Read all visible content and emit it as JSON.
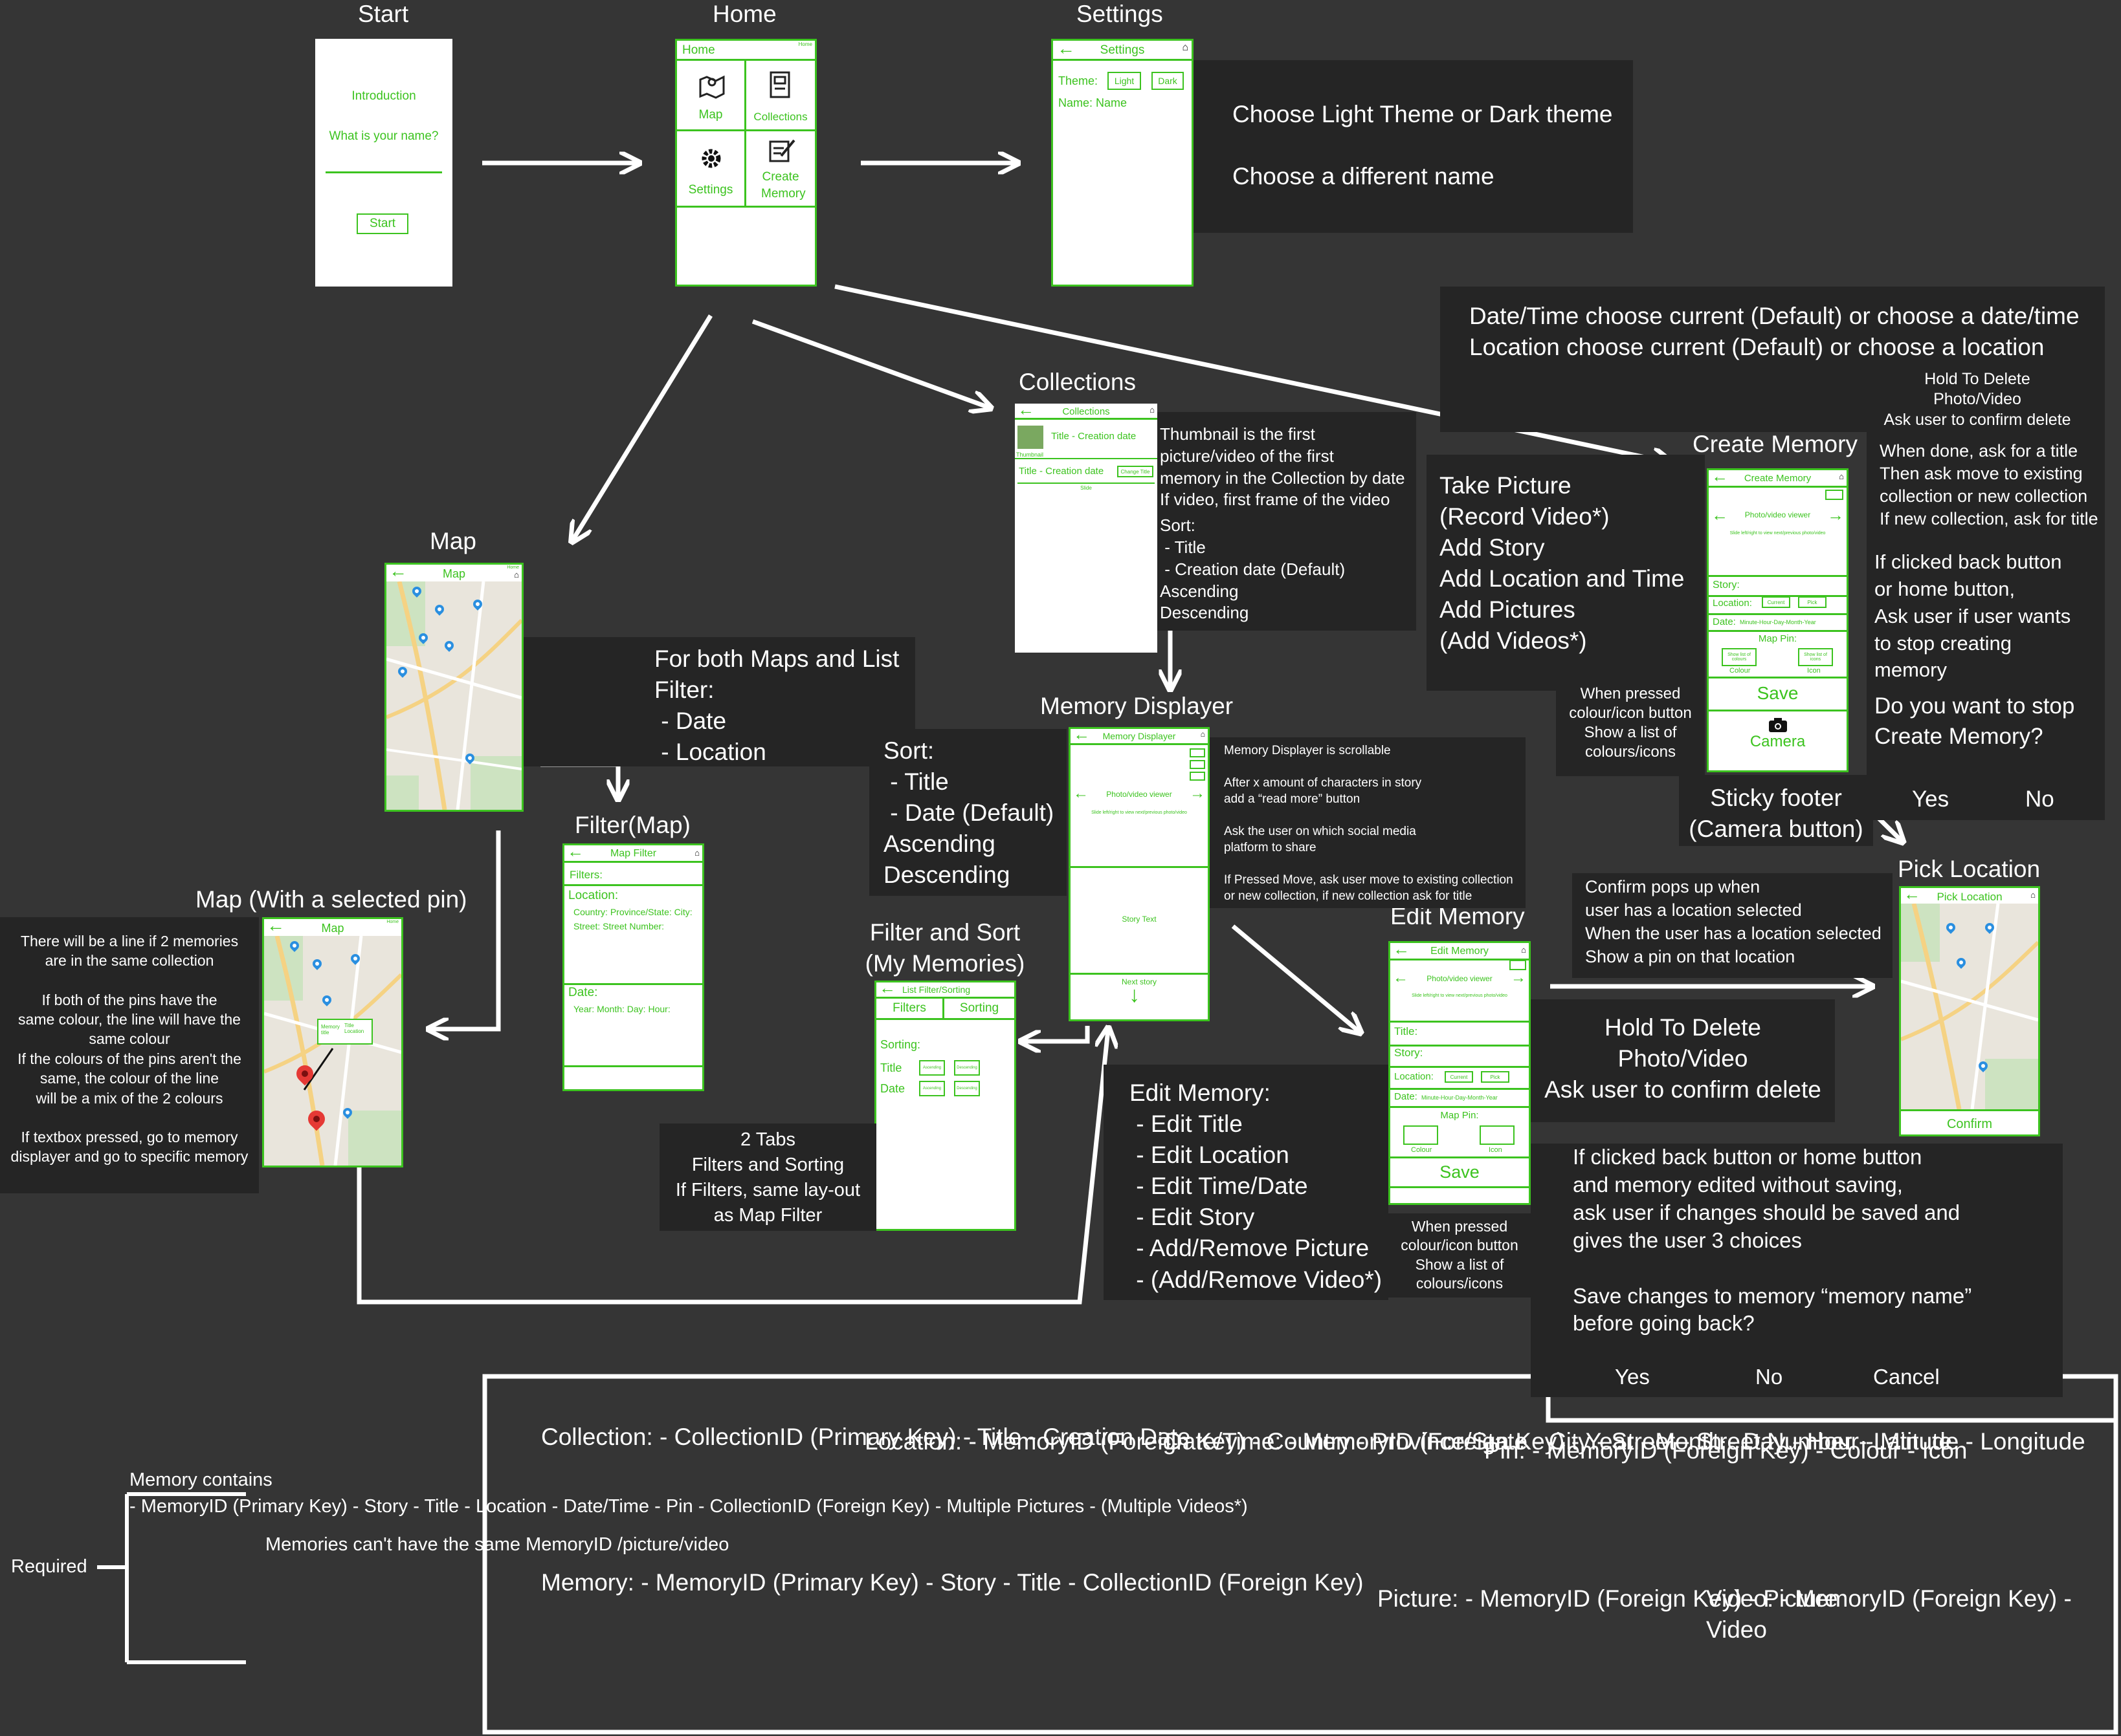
{
  "titles": {
    "start": "Start",
    "home": "Home",
    "settings": "Settings",
    "collections": "Collections",
    "create_memory": "Create Memory",
    "map": "Map",
    "filter_map": "Filter(Map)",
    "map_selected": "Map (With a selected pin)",
    "memory_displayer": "Memory Displayer",
    "filter_sort_line1": "Filter and Sort",
    "filter_sort_line2": "(My Memories)",
    "edit_memory": "Edit Memory",
    "pick_location": "Pick Location"
  },
  "start_screen": {
    "intro": "Introduction",
    "question": "What is your name?",
    "button": "Start"
  },
  "home_screen": {
    "header": "Home",
    "corner": "Home",
    "tiles": [
      "Map",
      "Collections",
      "Settings",
      "Create Memory"
    ]
  },
  "settings_screen": {
    "header": "Settings",
    "corner": "Home",
    "theme_label": "Theme:",
    "light": "Light",
    "dark": "Dark",
    "name_label": "Name: Name"
  },
  "settings_note": {
    "line1": "Choose Light Theme or Dark theme",
    "line2": "Choose a different name"
  },
  "create_top_note": {
    "line1": "Date/Time choose current (Default) or choose a date/time",
    "line2": "Location choose current (Default) or choose a location",
    "hold1": "Hold To Delete",
    "hold2": "Photo/Video",
    "hold3": "Ask user to confirm delete"
  },
  "collections_screen": {
    "header": "Collections",
    "row1": "Title - Creation date",
    "thumb": "Thumbnail",
    "row2": "Title - Creation date",
    "change": "Change Title",
    "hint": "Slide"
  },
  "collections_note": [
    "Thumbnail is the first",
    "picture/video of the first",
    "memory in the Collection by date",
    "If video, first frame of the video",
    "Sort:",
    " - Title",
    " - Creation date (Default)",
    "Ascending",
    "Descending"
  ],
  "create_left_note": [
    "Take Picture",
    "(Record Video*)",
    "Add Story",
    "Add Location and Time",
    "Add Pictures",
    "(Add Videos*)"
  ],
  "create_pressed_note": [
    "When pressed",
    "colour/icon button",
    "Show a list of",
    "colours/icons"
  ],
  "create_screen": {
    "header": "Create Memory",
    "viewer": "Photo/video viewer",
    "slide": "Slide left/right to view next/previous photo/video",
    "story": "Story:",
    "location": "Location:",
    "current": "Current",
    "pick": "Pick",
    "date": "Date:",
    "date_fmt": "Minute-Hour-Day-Month-Year",
    "map_pin": "Map Pin:",
    "colour": "Colour",
    "icon": "Icon",
    "show_colours": "Show list of colours",
    "show_icons": "Show list of icons",
    "save": "Save",
    "camera": "Camera"
  },
  "create_right_note": {
    "lines": [
      "When done, ask for a title",
      "Then ask move to existing",
      "collection or new collection",
      "If new collection, ask for title"
    ],
    "back_lines": [
      "If clicked back button",
      "or home button,",
      "Ask user if user wants",
      "to stop creating",
      "memory"
    ],
    "q1": "Do you want to stop",
    "q2": "Create Memory?",
    "yes": "Yes",
    "no": "No"
  },
  "sticky_note": {
    "line1": "Sticky footer",
    "line2": "(Camera button)"
  },
  "map_screen": {
    "header": "Map",
    "corner": "Home"
  },
  "filter_note": {
    "line1": "For both Maps and List",
    "line2": "Filter:",
    "line3": " - Date",
    "line4": " - Location"
  },
  "filter_map_screen": {
    "header": "Map Filter",
    "filters": "Filters:",
    "location": "Location:",
    "loc_fields": [
      "Country:",
      "Province/State:",
      "City:",
      "Street:",
      "Street Number:"
    ],
    "date": "Date:",
    "date_fields": [
      "Year:",
      "Month:",
      "Day:",
      "Hour:"
    ]
  },
  "map_selected_note": [
    "There will be a line if 2 memories",
    "are in the same collection",
    "",
    "If both of the pins have the",
    "same colour, the line will have the",
    "same colour",
    "If the colours of the pins aren't the",
    "same, the colour of the line",
    "will be a mix of the 2 colours",
    "",
    "If textbox pressed, go to memory",
    "displayer and go to specific memory"
  ],
  "map_selected_screen": {
    "header": "Map",
    "corner": "Home",
    "bubble1": "Memory title",
    "bubble2": "Title Location"
  },
  "sort_note": {
    "line1": "Sort:",
    "line2": " - Title",
    "line3": " - Date (Default)",
    "line4": "Ascending",
    "line5": "Descending"
  },
  "memory_displayer_screen": {
    "header": "Memory Displayer",
    "viewer": "Photo/video viewer",
    "slide": "Slide left/right to view next/previous photo/video",
    "story": "Story Text",
    "next": "Next story"
  },
  "memory_displayer_note": [
    "Memory Displayer is scrollable",
    "",
    "After x amount of characters in story",
    "add a “read more” button",
    "",
    "Ask the user on which social media",
    "platform to share",
    "",
    "If Pressed Move, ask user move to existing collection",
    "or new collection, if new collection ask for title"
  ],
  "filter_sort_screen": {
    "header": "List Filter/Sorting",
    "tab1": "Filters",
    "tab2": "Sorting",
    "sorting": "Sorting:",
    "title": "Title",
    "date": "Date",
    "asc": "Ascending",
    "desc": "Descending"
  },
  "tabs_note": [
    "2 Tabs",
    "Filters and Sorting",
    "If Filters, same lay-out",
    "as Map Filter"
  ],
  "edit_note": [
    "Edit Memory:",
    " - Edit Title",
    " - Edit Location",
    " - Edit Time/Date",
    " - Edit Story",
    " - Add/Remove Picture",
    " - (Add/Remove Video*)"
  ],
  "edit_screen": {
    "header": "Edit Memory",
    "viewer": "Photo/video viewer",
    "slide": "Slide left/right to view next/previous photo/video",
    "title": "Title:",
    "story": "Story:",
    "location": "Location:",
    "current": "Current",
    "pick": "Pick",
    "date": "Date:",
    "date_fmt": "Minute-Hour-Day-Month-Year",
    "map_pin": "Map Pin:",
    "colour": "Colour",
    "icon": "Icon",
    "save": "Save"
  },
  "edit_pressed_note": [
    "When pressed",
    "colour/icon button",
    "Show a list of",
    "colours/icons"
  ],
  "confirm_note": [
    "Confirm pops up when",
    "user has a location selected",
    "When the user has a location selected",
    "Show a pin on that location"
  ],
  "hold_note": [
    "Hold To Delete",
    "Photo/Video",
    "Ask user to confirm delete"
  ],
  "pick_location_screen": {
    "header": "Pick Location",
    "confirm": "Confirm"
  },
  "back_note": {
    "lines": [
      "If clicked back button or home button",
      "and memory edited without saving,",
      "ask user if changes should be saved and",
      "gives the user 3 choices",
      "",
      "Save changes to memory “memory name”",
      "before going back?"
    ],
    "yes": "Yes",
    "no": "No",
    "cancel": "Cancel"
  },
  "schema": {
    "collection": [
      "Collection:",
      " - CollectionID (Primary Key)",
      " - Title",
      " - Creation Date"
    ],
    "memory": [
      "Memory:",
      " - MemoryID (Primary Key)",
      " - Story",
      " - Title",
      " - CollectionID (Foreign Key)"
    ],
    "location": [
      "Location:",
      " - MemoryID (Foreign Key)",
      " - Country",
      " - Province/State",
      " - City",
      " - Street",
      " - Street Number",
      " - Latitude",
      " - Longitude"
    ],
    "datetime": [
      "Date/Time:",
      " -  MemoryID (Foreign Key)",
      " - Year",
      " - Month",
      " - Day",
      " - Hour",
      " - Minute"
    ],
    "pin": [
      "Pin:",
      " - MemoryID (Foreign Key)",
      " - Colour",
      " - Icon"
    ],
    "picture": [
      "Picture:",
      " - MemoryID (Foreign Key)",
      " - Picture"
    ],
    "video": [
      "Video:",
      " - MemoryID (Foreign Key)",
      " - Video"
    ]
  },
  "memory_contains": {
    "title": "Memory contains",
    "required": "Required",
    "items": [
      " - MemoryID (Primary Key)",
      " - Story",
      " - Title",
      " - Location",
      " - Date/Time",
      " - Pin",
      " - CollectionID (Foreign Key)",
      " - Multiple Pictures",
      " - (Multiple Videos*)"
    ],
    "note": [
      "Memories can't have",
      "the same MemoryID",
      "/picture/video"
    ]
  }
}
